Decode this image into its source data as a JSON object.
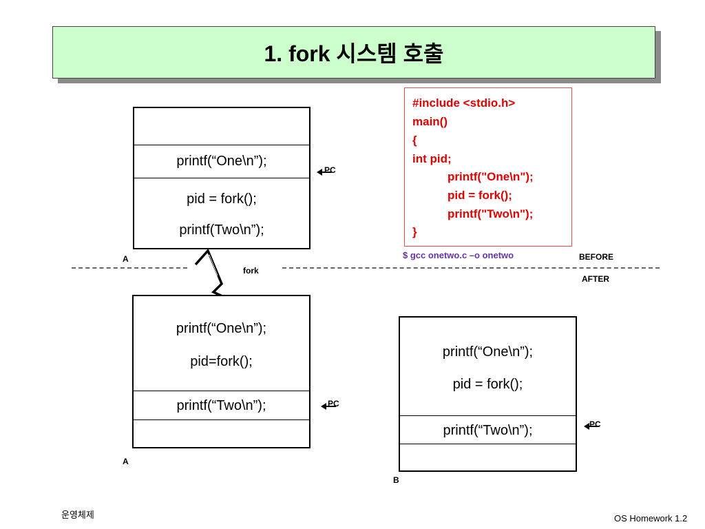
{
  "title": "1. fork 시스템 호출",
  "source_code": {
    "lines": [
      "#include <stdio.h>",
      "main()",
      "{",
      "int pid;",
      "printf(\"One\\n\");",
      "pid = fork();",
      "printf(\"Two\\n\");",
      "}"
    ],
    "color": "#e00000"
  },
  "compile_command": "$ gcc onetwo.c –o onetwo",
  "labels": {
    "before": "BEFORE",
    "after": "AFTER",
    "fork": "fork",
    "pc": "PC"
  },
  "before_process": {
    "name": "A",
    "line_one": "printf(“One\\n”);",
    "line_fork": "pid = fork();",
    "line_two": "printf(Two\\n”);"
  },
  "after_parent": {
    "name": "A",
    "line_one": "printf(“One\\n”);",
    "line_fork": "pid=fork();",
    "line_two": "printf(“Two\\n”);"
  },
  "after_child": {
    "name": "B",
    "line_one": "printf(“One\\n”);",
    "line_fork": "pid = fork();",
    "line_two": "printf(“Two\\n”);"
  },
  "footer": {
    "left": "운영체제",
    "right": "OS Homework 1.2"
  }
}
